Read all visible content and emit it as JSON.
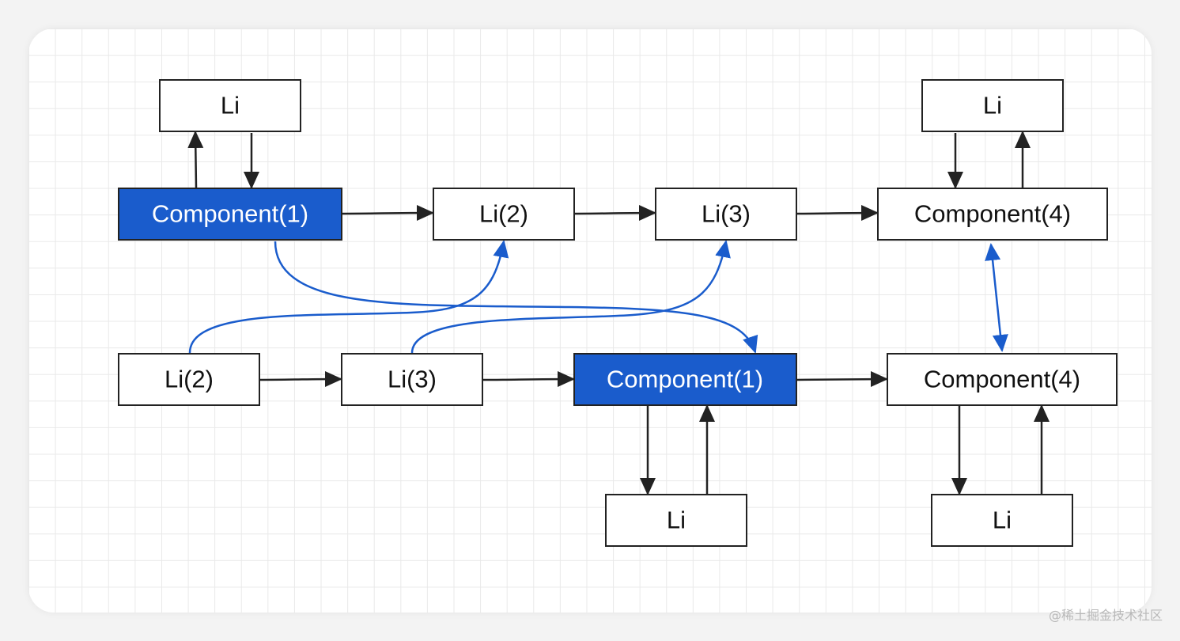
{
  "colors": {
    "highlight_fill": "#1a5ccc",
    "highlight_text": "#ffffff",
    "node_fill": "#ffffff",
    "node_text": "#111111",
    "black_edge": "#222222",
    "blue_edge": "#1a5ccc"
  },
  "top_row": {
    "li_top_left": "Li",
    "component_1": "Component(1)",
    "li_2": "Li(2)",
    "li_3": "Li(3)",
    "component_4": "Component(4)",
    "li_top_right": "Li"
  },
  "bottom_row": {
    "li_2": "Li(2)",
    "li_3": "Li(3)",
    "component_1": "Component(1)",
    "component_4": "Component(4)",
    "li_below_component_1": "Li",
    "li_below_component_4": "Li"
  },
  "watermark": "@稀土掘金技术社区"
}
